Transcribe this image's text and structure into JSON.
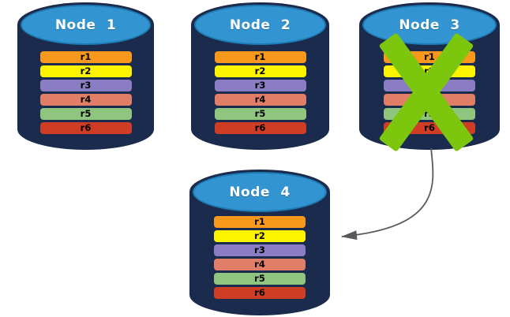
{
  "diagram": {
    "nodes": [
      {
        "id": "node-1",
        "label": "Node 1",
        "status": "healthy",
        "rows": [
          {
            "label": "r1",
            "color": "#F8981D"
          },
          {
            "label": "r2",
            "color": "#FBF300"
          },
          {
            "label": "r3",
            "color": "#8B7DC3"
          },
          {
            "label": "r4",
            "color": "#E07E68"
          },
          {
            "label": "r5",
            "color": "#8FC57F"
          },
          {
            "label": "r6",
            "color": "#CE3D24"
          }
        ]
      },
      {
        "id": "node-2",
        "label": "Node 2",
        "status": "healthy",
        "rows": [
          {
            "label": "r1",
            "color": "#F8981D"
          },
          {
            "label": "r2",
            "color": "#FBF300"
          },
          {
            "label": "r3",
            "color": "#8B7DC3"
          },
          {
            "label": "r4",
            "color": "#E07E68"
          },
          {
            "label": "r5",
            "color": "#8FC57F"
          },
          {
            "label": "r6",
            "color": "#CE3D24"
          }
        ]
      },
      {
        "id": "node-3",
        "label": "Node 3",
        "status": "failed",
        "rows": [
          {
            "label": "r1",
            "color": "#F8981D"
          },
          {
            "label": "r2",
            "color": "#FBF300"
          },
          {
            "label": "r3",
            "color": "#8B7DC3"
          },
          {
            "label": "r4",
            "color": "#E07E68"
          },
          {
            "label": "r5",
            "color": "#8FC57F"
          },
          {
            "label": "r6",
            "color": "#CE3D24"
          }
        ]
      },
      {
        "id": "node-4",
        "label": "Node 4",
        "status": "healthy",
        "rows": [
          {
            "label": "r1",
            "color": "#F8981D"
          },
          {
            "label": "r2",
            "color": "#FBF300"
          },
          {
            "label": "r3",
            "color": "#8B7DC3"
          },
          {
            "label": "r4",
            "color": "#E07E68"
          },
          {
            "label": "r5",
            "color": "#8FC57F"
          },
          {
            "label": "r6",
            "color": "#CE3D24"
          }
        ]
      }
    ],
    "failure": {
      "node": "Node 3",
      "icon": "x-mark",
      "color": "#7CC60D"
    },
    "arrow": {
      "from": "Node 3",
      "to": "Node 4",
      "color": "#595959"
    },
    "colors": {
      "cylinder_body": "#1B2B4D",
      "cylinder_top": "#3295D2",
      "cylinder_top_border": "#1D7AB2",
      "node_label_text": "#FFFFFF",
      "row_text": "#000000",
      "background": "#FFFFFF"
    }
  }
}
